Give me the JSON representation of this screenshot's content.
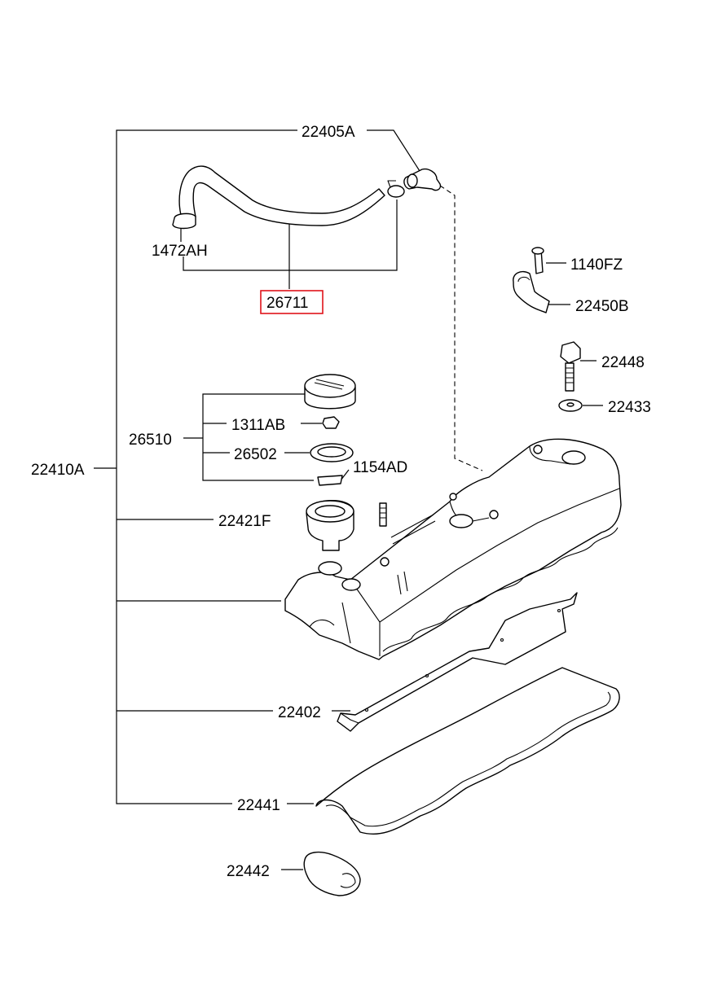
{
  "diagram": {
    "highlight_color": "#e0131a",
    "labels": {
      "l22405A": "22405A",
      "l1472AH": "1472AH",
      "l26711": "26711",
      "l1140FZ": "1140FZ",
      "l22450B": "22450B",
      "l22448": "22448",
      "l22433": "22433",
      "l26510": "26510",
      "l1311AB": "1311AB",
      "l26502": "26502",
      "l1154AD": "1154AD",
      "l22410A": "22410A",
      "l22421F": "22421F",
      "l22402": "22402",
      "l22441": "22441",
      "l22442": "22442"
    }
  }
}
